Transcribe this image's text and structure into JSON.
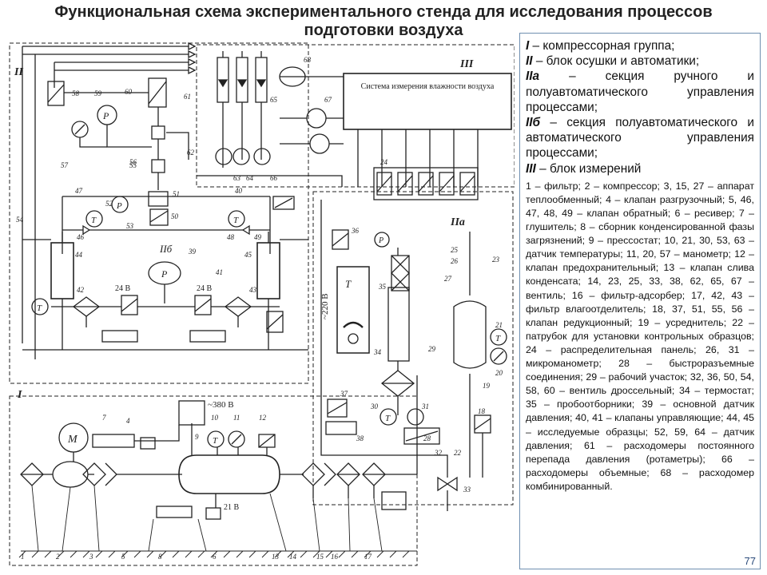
{
  "title": {
    "line1": "Функциональная схема экспериментального стенда для исследования процессов",
    "line2": "подготовки воздуха"
  },
  "diagram": {
    "block_labels": [
      "I",
      "II",
      "IIа",
      "IIб",
      "III"
    ],
    "humidity_system_label": "Система измерения влажности воздуха",
    "voltage_labels": [
      "~380 В",
      "24 В",
      "24 В",
      "21 В",
      "~220 В"
    ],
    "symbols": {
      "pressure": "P",
      "temperature": "T",
      "motor": "M"
    },
    "part_numbers": [
      "1",
      "2",
      "3",
      "4",
      "5",
      "6",
      "7",
      "8",
      "9",
      "10",
      "11",
      "12",
      "13",
      "14",
      "15",
      "16",
      "17",
      "18",
      "19",
      "20",
      "21",
      "22",
      "23",
      "24",
      "25",
      "26",
      "27",
      "28",
      "29",
      "30",
      "31",
      "32",
      "33",
      "34",
      "35",
      "36",
      "37",
      "38",
      "39",
      "40",
      "41",
      "42",
      "43",
      "44",
      "45",
      "46",
      "47",
      "48",
      "49",
      "50",
      "51",
      "52",
      "53",
      "54",
      "55",
      "56",
      "57",
      "58",
      "59",
      "60",
      "61",
      "62",
      "63",
      "64",
      "65",
      "66",
      "67",
      "68"
    ]
  },
  "legend": {
    "blocks": [
      {
        "code": "I",
        "text": " – компрессорная группа;"
      },
      {
        "code": "II",
        "text": " – блок осушки и автоматики;"
      },
      {
        "code": "IIа",
        "text": " – секция ручного и полуавтоматического управления процессами;"
      },
      {
        "code": "IIб",
        "text": " – секция полуавтоматического и автоматического управления процессами;"
      },
      {
        "code": "III",
        "text": " – блок измерений"
      }
    ],
    "items": "1 – фильтр; 2 – компрессор; 3, 15, 27 – аппарат теплообменный; 4 – клапан разгрузочный; 5, 46, 47, 48, 49 – клапан обратный; 6 – ресивер; 7 – глушитель; 8 – сборник конденсированной фазы загрязнений; 9 – прессостат; 10, 21, 30, 53, 63 – датчик температуры; 11, 20, 57 – манометр; 12 – клапан предохранительный; 13 – клапан слива конденсата; 14, 23, 25, 33, 38, 62, 65, 67 – вентиль; 16 – фильтр-адсорбер; 17, 42, 43 – фильтр влагоотделитель; 18, 37, 51, 55, 56 – клапан редукционный; 19 – усреднитель; 22 – патрубок для установки контрольных образцов; 24 – распределительная панель; 26, 31 – микроманометр; 28 – быстроразъемные соединения; 29 – рабочий участок; 32, 36, 50, 54, 58, 60 – вентиль дроссельный; 34 – термостат; 35 – пробоотборники; 39 – основной датчик давления; 40, 41 – клапаны управляющие; 44, 45 – исследуемые образцы; 52, 59, 64 – датчик давления; 61 – расходомеры постоянного перепада давления (ротаметры); 66 – расходомеры объемные; 68 – расходомер комбинированный.",
    "page_number": "77"
  }
}
